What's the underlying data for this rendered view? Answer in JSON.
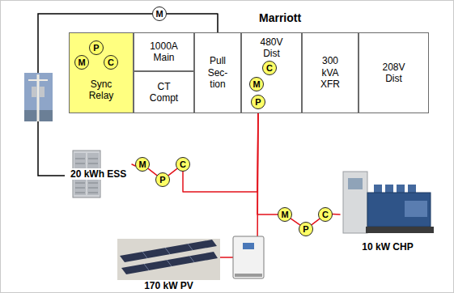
{
  "diagram": {
    "nodes": [
      {
        "text": [
          "M"
        ]
      },
      {
        "text": [
          "Marriott"
        ]
      },
      {
        "text": [
          "Sync Relay"
        ],
        "in": 1
      },
      {
        "text": [
          "M"
        ],
        "in": 2
      },
      {
        "text": [
          "P"
        ],
        "in": 2
      },
      {
        "text": [
          "C"
        ],
        "in": 2
      },
      {
        "text": [
          "1000A Main"
        ],
        "in": 1
      },
      {
        "text": [
          "CT Compt"
        ],
        "in": 1
      },
      {
        "text": [
          "Pull Sec-tion"
        ],
        "in": 1
      },
      {
        "text": [
          "480V Dist"
        ],
        "in": 1
      },
      {
        "text": [
          "C"
        ],
        "in": 9
      },
      {
        "text": [
          "M"
        ],
        "in": 9
      },
      {
        "text": [
          "P"
        ],
        "in": 9
      },
      {
        "text": [
          "300 kVA XFR"
        ],
        "in": 1
      },
      {
        "text": [
          "208V Dist"
        ],
        "in": 1
      },
      {
        "text": [
          "20 kWh ESS"
        ]
      },
      {
        "text": [
          "M"
        ]
      },
      {
        "text": [
          "P"
        ]
      },
      {
        "text": [
          "C"
        ]
      },
      {
        "text": [
          "M"
        ]
      },
      {
        "text": [
          "P"
        ]
      },
      {
        "text": [
          "C"
        ]
      },
      {
        "text": [
          "10 kW CHP"
        ]
      },
      {
        "text": [
          "170 kW PV"
        ]
      }
    ],
    "edges": [
      {
        "from": 0,
        "to": 8,
        "arrow": "none"
      },
      {
        "from": 10,
        "to": 11,
        "arrow": "none"
      },
      {
        "from": 11,
        "to": 12,
        "arrow": "none"
      },
      {
        "from": 15,
        "to": 16,
        "arrow": "none"
      },
      {
        "from": 16,
        "to": 17,
        "arrow": "none"
      },
      {
        "from": 17,
        "to": 18,
        "arrow": "none"
      },
      {
        "from": 12,
        "to": 18,
        "arrow": "none"
      },
      {
        "from": 12,
        "to": 19,
        "arrow": "none"
      },
      {
        "from": 12,
        "to": 23,
        "arrow": "none"
      },
      {
        "from": 19,
        "to": 20,
        "arrow": "none"
      },
      {
        "from": 20,
        "to": 21,
        "arrow": "none"
      },
      {
        "from": 21,
        "to": 22,
        "arrow": "none"
      }
    ]
  }
}
